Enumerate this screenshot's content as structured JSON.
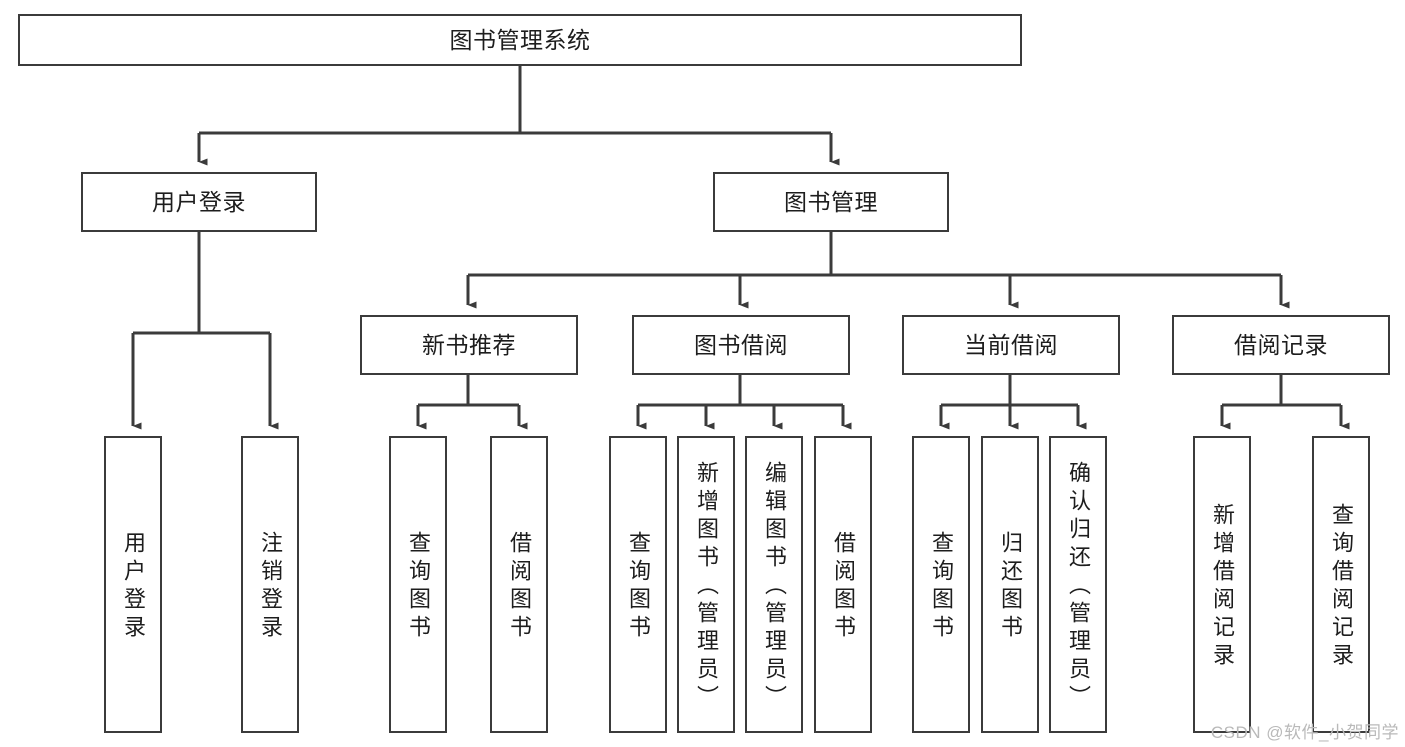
{
  "diagram": {
    "title": "图书管理系统",
    "type": "hierarchy-tree",
    "stroke_color": "#3b3b3b",
    "fill_color": "#ffffff",
    "text_color": "#1d1d1d",
    "root": {
      "label": "图书管理系统"
    },
    "level2": [
      {
        "label": "用户登录"
      },
      {
        "label": "图书管理"
      }
    ],
    "level3": [
      {
        "label": "新书推荐"
      },
      {
        "label": "图书借阅"
      },
      {
        "label": "当前借阅"
      },
      {
        "label": "借阅记录"
      }
    ],
    "leaves": {
      "user_login": [
        {
          "label": "用户登录"
        },
        {
          "label": "注销登录"
        }
      ],
      "new_book_recommend": [
        {
          "label": "查询图书"
        },
        {
          "label": "借阅图书"
        }
      ],
      "book_borrow": [
        {
          "label": "查询图书"
        },
        {
          "label": "新增图书（管理员）"
        },
        {
          "label": "编辑图书（管理员）"
        },
        {
          "label": "借阅图书"
        }
      ],
      "current_borrow": [
        {
          "label": "查询图书"
        },
        {
          "label": "归还图书"
        },
        {
          "label": "确认归还（管理员）"
        }
      ],
      "borrow_record": [
        {
          "label": "新增借阅记录"
        },
        {
          "label": "查询借阅记录"
        }
      ]
    }
  },
  "watermark": {
    "text": "CSDN @软件_小贺同学"
  }
}
